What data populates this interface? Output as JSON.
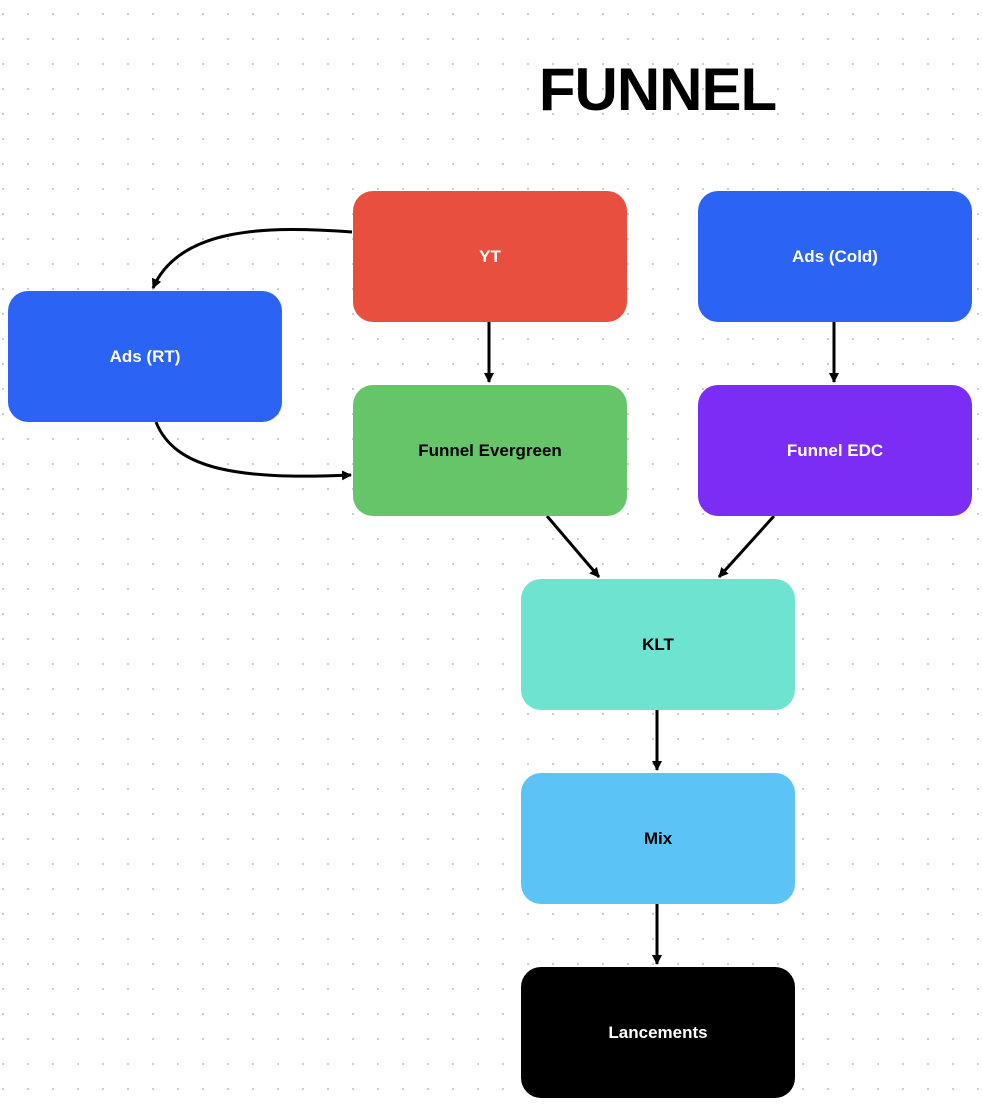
{
  "title": "FUNNEL",
  "nodes": {
    "yt": {
      "label": "YT",
      "color": "#e94f3f",
      "text_color": "#ffffff"
    },
    "ads_cold": {
      "label": "Ads (Cold)",
      "color": "#2b63f4",
      "text_color": "#ffffff"
    },
    "ads_rt": {
      "label": "Ads (RT)",
      "color": "#2b63f4",
      "text_color": "#ffffff"
    },
    "funnel_evergreen": {
      "label": "Funnel Evergreen",
      "color": "#66c569",
      "text_color": "#000000"
    },
    "funnel_edc": {
      "label": "Funnel EDC",
      "color": "#7b2cf5",
      "text_color": "#ffffff"
    },
    "klt": {
      "label": "KLT",
      "color": "#6ee4d0",
      "text_color": "#000000"
    },
    "mix": {
      "label": "Mix",
      "color": "#5bc3f6",
      "text_color": "#000000"
    },
    "lancements": {
      "label": "Lancements",
      "color": "#000000",
      "text_color": "#ffffff"
    }
  },
  "edges": [
    {
      "from": "yt",
      "to": "ads_rt"
    },
    {
      "from": "ads_rt",
      "to": "funnel_evergreen"
    },
    {
      "from": "yt",
      "to": "funnel_evergreen"
    },
    {
      "from": "ads_cold",
      "to": "funnel_edc"
    },
    {
      "from": "funnel_evergreen",
      "to": "klt"
    },
    {
      "from": "funnel_edc",
      "to": "klt"
    },
    {
      "from": "klt",
      "to": "mix"
    },
    {
      "from": "mix",
      "to": "lancements"
    }
  ]
}
